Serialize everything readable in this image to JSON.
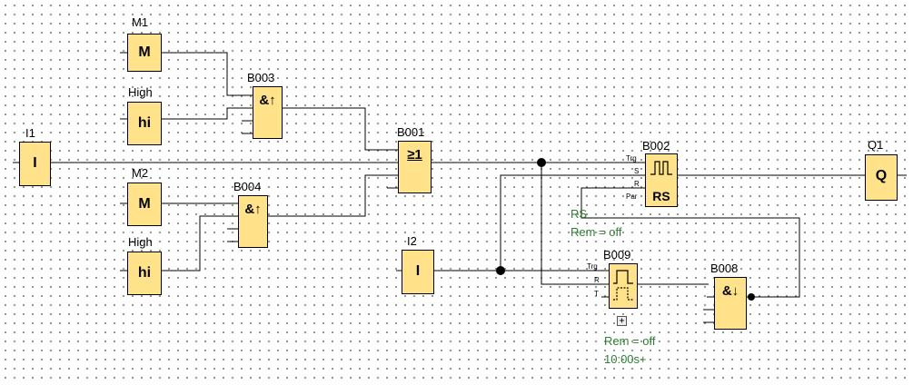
{
  "blocks": {
    "m1": {
      "label": "M1",
      "symbol": "M"
    },
    "high1": {
      "label": "High",
      "symbol": "hi"
    },
    "i1": {
      "label": "I1",
      "symbol": "I"
    },
    "m2": {
      "label": "M2",
      "symbol": "M"
    },
    "high2": {
      "label": "High",
      "symbol": "hi"
    },
    "i2": {
      "label": "I2",
      "symbol": "I"
    },
    "b003": {
      "label": "B003",
      "symbol": "&↑"
    },
    "b004": {
      "label": "B004",
      "symbol": "&↑"
    },
    "b001": {
      "label": "B001",
      "symbol": "≥1"
    },
    "b002": {
      "label": "B002",
      "symbol": "RS",
      "pins": [
        "Trg",
        "S",
        "R",
        "Par"
      ],
      "params": [
        "RS",
        "Rem = off"
      ]
    },
    "b009": {
      "label": "B009",
      "pins": [
        "Trg",
        "R",
        "T"
      ],
      "params": [
        "Rem = off",
        "10:00s+"
      ],
      "expand": "+"
    },
    "b008": {
      "label": "B008",
      "symbol": "&↓"
    },
    "q1": {
      "label": "Q1",
      "symbol": "Q"
    }
  },
  "colors": {
    "block_fill": "#ffe28a",
    "wire": "#000000",
    "param_text": "#2e7d32",
    "grid_dot": "#6f6f6f"
  }
}
